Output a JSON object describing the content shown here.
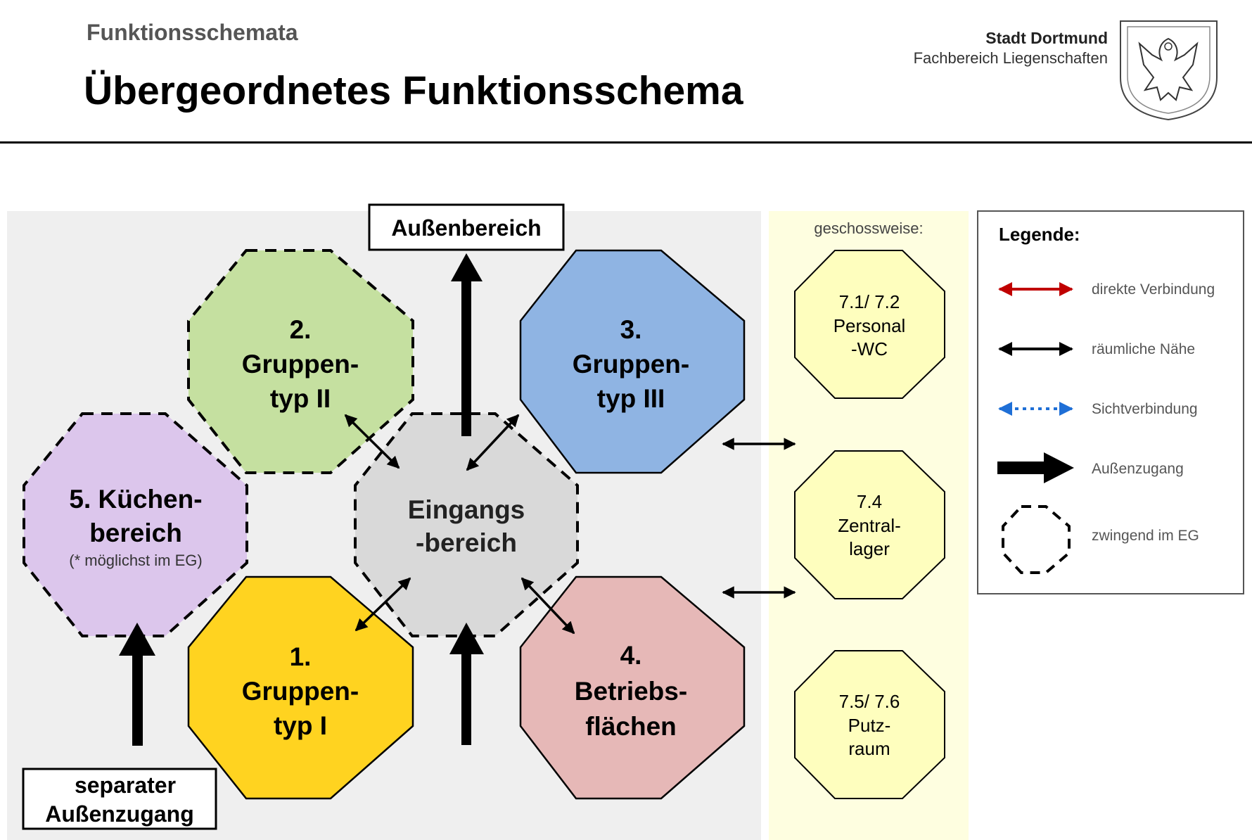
{
  "header": {
    "subtitle": "Funktionsschemata",
    "title": "Übergeordnetes Funktionsschema",
    "org_name": "Stadt Dortmund",
    "org_department": "Fachbereich Liegenschaften",
    "emblem_icon": "eagle-coat-of-arms-icon"
  },
  "diagram": {
    "outside_label": "Außenbereich",
    "separate_entrance_label": [
      "separater",
      "Außenzugang"
    ],
    "areas": {
      "entrance": {
        "lines": [
          "Eingangs",
          "-bereich"
        ],
        "color": "#d9d9d9",
        "dashed": true
      },
      "group2": {
        "lines": [
          "2.",
          "Gruppen-",
          "typ II"
        ],
        "color": "#c5e0a0",
        "dashed": true
      },
      "group3": {
        "lines": [
          "3.",
          "Gruppen-",
          "typ III"
        ],
        "color": "#8fb4e3",
        "dashed": false
      },
      "group1": {
        "lines": [
          "1.",
          "Gruppen-",
          "typ I"
        ],
        "color": "#ffd320",
        "dashed": false
      },
      "operation": {
        "lines": [
          "4.",
          "Betriebs-",
          "flächen"
        ],
        "color": "#e6b8b7",
        "dashed": false
      },
      "kitchen": {
        "lines": [
          "5. Küchen-",
          "bereich"
        ],
        "note": "(* möglichst im EG)",
        "color": "#dcc6ec",
        "dashed": true
      }
    },
    "floorwise": {
      "heading": "geschossweise:",
      "color": "#fefebe",
      "panel_color": "#fefee0",
      "rooms": [
        {
          "lines": [
            "7.1/ 7.2",
            "Personal",
            "-WC"
          ]
        },
        {
          "lines": [
            "7.4",
            "Zentral-",
            "lager"
          ]
        },
        {
          "lines": [
            "7.5/ 7.6",
            "Putz-",
            "raum"
          ]
        }
      ]
    },
    "main_panel_color": "#efefef"
  },
  "legend": {
    "title": "Legende:",
    "items": [
      {
        "label": "direkte Verbindung",
        "icon": "red-double-arrow-icon",
        "color": "#c00000"
      },
      {
        "label": "räumliche Nähe",
        "icon": "black-double-arrow-icon",
        "color": "#000000"
      },
      {
        "label": "Sichtverbindung",
        "icon": "blue-dotted-double-arrow-icon",
        "color": "#1f6fd6"
      },
      {
        "label": "Außenzugang",
        "icon": "thick-arrow-icon",
        "color": "#000000"
      },
      {
        "label": "zwingend im EG",
        "icon": "dashed-octagon-icon",
        "color": "#000000"
      }
    ]
  }
}
